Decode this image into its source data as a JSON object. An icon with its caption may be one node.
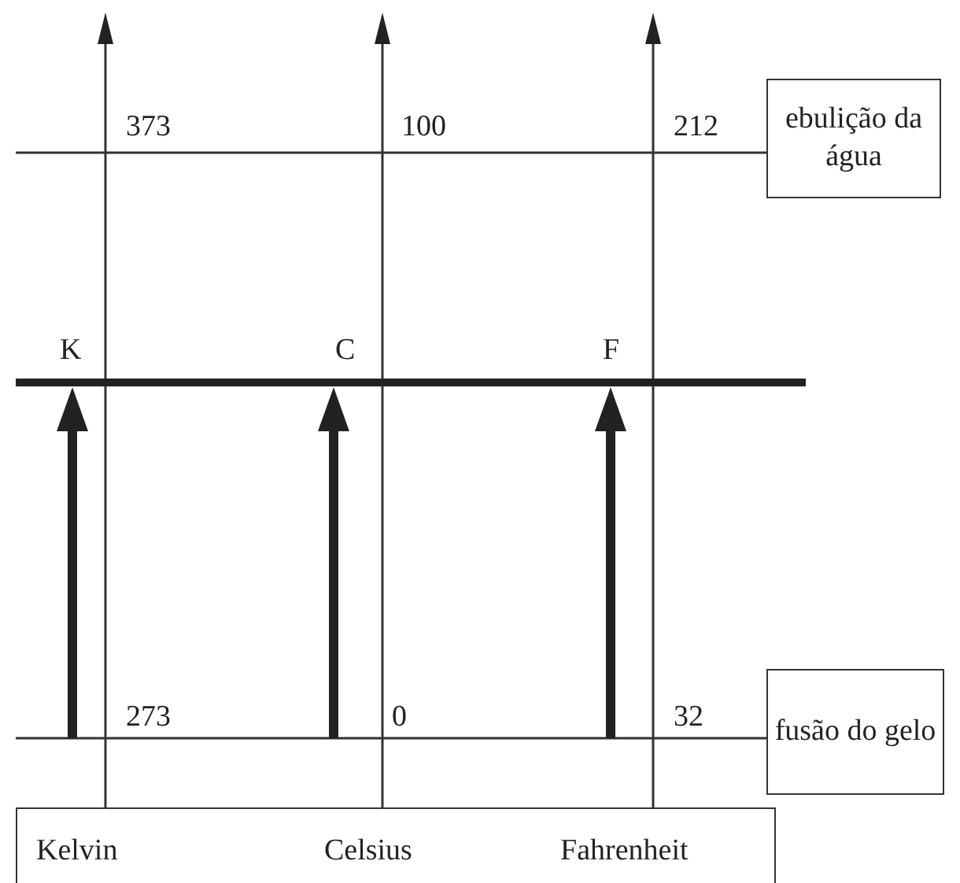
{
  "diagram": {
    "nodes": [
      {
        "text": [
          "ebulição da água"
        ]
      },
      {
        "text": [
          "fusão do gelo"
        ]
      },
      {
        "text": [
          "Kelvin",
          "Celsius",
          "Fahrenheit"
        ]
      }
    ],
    "labels": [
      "373",
      "100",
      "212",
      "K",
      "C",
      "F",
      "273",
      "0",
      "32"
    ]
  }
}
